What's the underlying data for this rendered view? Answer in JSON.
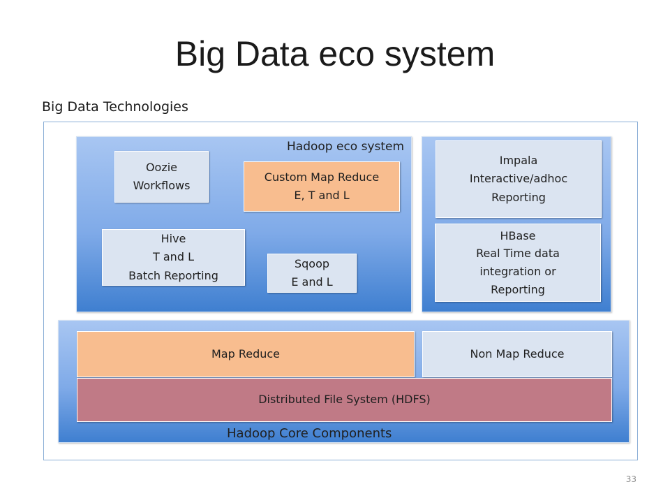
{
  "title": "Big Data eco system",
  "section_label": "Big Data Technologies",
  "hadoop_eco": {
    "label": "Hadoop eco system",
    "oozie": [
      "Oozie",
      "Workflows"
    ],
    "custom_map_reduce": [
      "Custom Map Reduce",
      "E, T and L"
    ],
    "hive": [
      "Hive",
      "T and L",
      "Batch Reporting"
    ],
    "sqoop": [
      "Sqoop",
      "E and L"
    ]
  },
  "realtime": {
    "impala": [
      "Impala",
      "Interactive/adhoc",
      "Reporting"
    ],
    "hbase": [
      "HBase",
      "Real Time data",
      "integration or",
      "Reporting"
    ]
  },
  "core": {
    "label": "Hadoop Core Components",
    "map_reduce": "Map Reduce",
    "non_map_reduce": "Non Map Reduce",
    "hdfs": "Distributed File System (HDFS)"
  },
  "page_number": "33",
  "colors": {
    "panel_top": "#a8c6f2",
    "panel_bottom": "#3f7fd0",
    "light_box": "#dbe4f1",
    "peach_box": "#f8bd8f",
    "hdfs_box": "#c07a86"
  }
}
